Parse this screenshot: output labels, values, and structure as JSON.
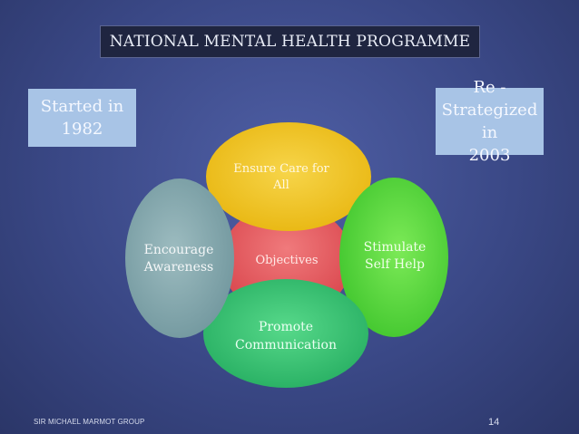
{
  "title": "NATIONAL MENTAL HEALTH PROGRAMME",
  "started": {
    "line1": "Started in",
    "line2": "1982"
  },
  "restrategized": {
    "line1": "Re -",
    "line2": "Strategized in",
    "line3": "2003"
  },
  "center": {
    "label": "Objectives",
    "color": "#e8565b"
  },
  "petals": {
    "top": {
      "line1": "Ensure Care for",
      "line2": "All",
      "color": "#f2c419"
    },
    "left": {
      "line1": "Encourage",
      "line2": "Awareness",
      "color": "#86aab0"
    },
    "right": {
      "line1": "Stimulate",
      "line2": "Self Help",
      "color": "#54d93f"
    },
    "bottom": {
      "line1": "Promote",
      "line2": "Communication",
      "color": "#38c274"
    }
  },
  "footer": {
    "credit": "SIR MICHAEL MARMOT GROUP",
    "page": "14"
  }
}
